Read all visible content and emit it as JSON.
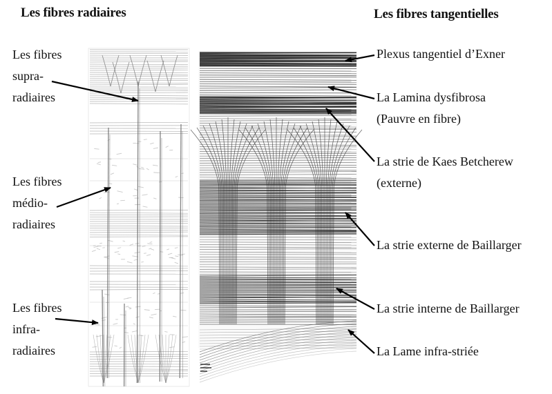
{
  "titles": {
    "left": "Les fibres radiaires",
    "right": "Les fibres tangentielles"
  },
  "left_labels": [
    {
      "lines": [
        "Les fibres",
        "supra-",
        "radiaires"
      ]
    },
    {
      "lines": [
        "Les fibres",
        "médio-",
        "radiaires"
      ]
    },
    {
      "lines": [
        "Les fibres",
        "infra-",
        "radiaires"
      ]
    }
  ],
  "right_labels": [
    {
      "lines": [
        "Plexus tangentiel d’Exner"
      ]
    },
    {
      "lines": [
        "La Lamina dysfibrosa",
        "(Pauvre en fibre)"
      ]
    },
    {
      "lines": [
        "La strie de Kaes Betcherew",
        "(externe)"
      ]
    },
    {
      "lines": [
        "La strie externe de Baillarger"
      ]
    },
    {
      "lines": [
        "La strie interne de Baillarger"
      ]
    },
    {
      "lines": [
        "La Lame infra-striée"
      ]
    }
  ]
}
